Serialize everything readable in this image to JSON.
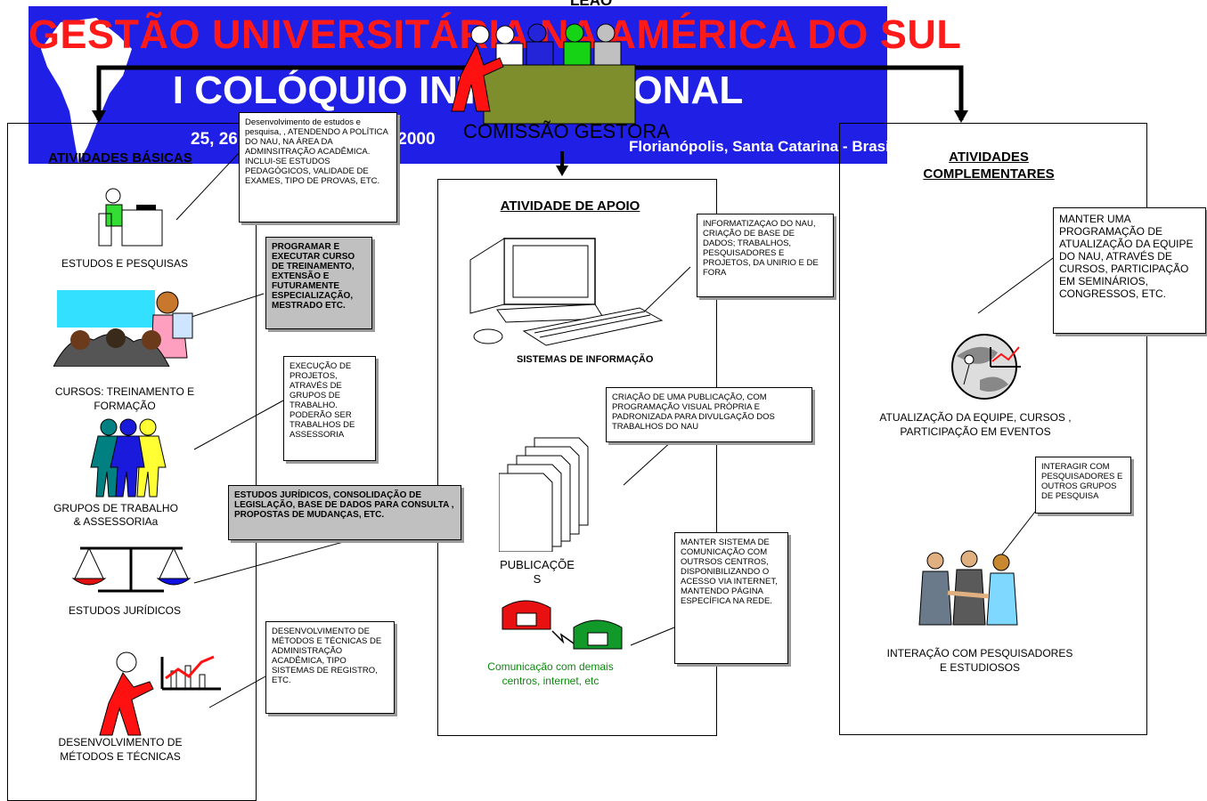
{
  "banner": {
    "title": "GESTÃO UNIVERSITÁRIA NA AMÉRICA DO SUL",
    "subtitle": "I COLÓQUIO INTERNACIONAL",
    "dates": "25, 26 e 27 de outubro de 2000",
    "place": "Florianópolis, Santa Catarina - Brasil",
    "overlay_top": "LEÃO"
  },
  "center_node": {
    "label": "COMISSÃO GESTORA"
  },
  "columns": {
    "basicas": {
      "heading": "ATIVIDADES BÁSICAS"
    },
    "apoio": {
      "heading": "ATIVIDADE DE APOIO"
    },
    "complementares": {
      "heading_line1": "ATIVIDADES",
      "heading_line2": "COMPLEMENTARES"
    }
  },
  "items": {
    "estudos": "ESTUDOS E PESQUISAS",
    "cursos_l1": "CURSOS: TREINAMENTO  E",
    "cursos_l2": "FORMAÇÃO",
    "grupos_l1": "GRUPOS DE TRABALHO",
    "grupos_l2": "& ASSESSORIAa",
    "juridicos": "ESTUDOS JURÍDICOS",
    "metodos_l1": "DESENVOLVIMENTO DE",
    "metodos_l2": "MÉTODOS E TÉCNICAS",
    "sistemas": "SISTEMAS DE INFORMAÇÃO",
    "publicacoes_l1": "PUBLICAÇÕE",
    "publicacoes_l2": "S",
    "comunicacao_l1": "Comunicação com demais",
    "comunicacao_l2": "centros, internet, etc",
    "atualizacao_l1": "ATUALIZAÇÃO DA EQUIPE, CURSOS ,",
    "atualizacao_l2": "PARTICIPAÇÃO EM EVENTOS",
    "interacao_l1": "INTERAÇÃO COM PESQUISADORES",
    "interacao_l2": "E ESTUDIOSOS"
  },
  "callouts": {
    "estudos": "Desenvolvimento de estudos e pesquisa, , ATENDENDO A POLÍTICA DO NAU, NA ÁREA DA ADMINSITRAÇÃO ACADÊMICA. INCLUI-SE ESTUDOS PEDAGÓGICOS, VALIDADE DE EXAMES, TIPO DE PROVAS, ETC.",
    "cursos": "PROGRAMAR E EXECUTAR CURSO DE TREINAMENTO, EXTENSÃO E FUTURAMENTE ESPECIALIZAÇÃO, MESTRADO ETC.",
    "grupos": "EXECUÇÃO  DE PROJETOS, ATRAVÉS DE GRUPOS DE TRABALHO. PODERÃO SER TRABALHOS DE ASSESSORIA",
    "juridicos": "ESTUDOS JURÍDICOS, CONSOLIDAÇÃO DE LEGISLAÇÃO, BASE DE DADOS PARA CONSULTA , PROPOSTAS DE MUDANÇAS, ETC.",
    "metodos": "DESENVOLVIMENTO DE MÉTODOS E TÉCNICAS DE ADMINISTRAÇÃO ACADÊMICA, TIPO SISTEMAS DE REGISTRO, ETC.",
    "sistemas": "INFORMATIZAÇAO DO NAU, CRIAÇÃO DE BASE DE DADOS; TRABALHOS, PESQUISADORES E PROJETOS, DA UNIRIO E DE FORA",
    "publicacoes": "CRIAÇÃO DE UMA PUBLICAÇÃO, COM PROGRAMAÇÃO VISUAL PRÓPRIA E PADRONIZADA PARA DIVULGAÇÃO DOS TRABALHOS DO NAU",
    "comunicacao": "MANTER SISTEMA DE COMUNICAÇÃO COM OUTRSOS CENTROS, DISPONIBILIZANDO O ACESSO VIA INTERNET, MANTENDO PÁGINA ESPECÍFICA NA REDE.",
    "atualizacao": "MANTER UMA PROGRAMAÇÃO DE ATUALIZAÇÃO DA EQUIPE DO NAU, ATRAVÉS DE CURSOS, PARTICIPAÇÃO EM SEMINÁRIOS, CONGRESSOS, ETC.",
    "interacao": "INTERAGIR COM PESQUISADORES E OUTROS GRUPOS DE PESQUISA"
  },
  "colors": {
    "banner_blue": "#1f1fe6",
    "title_red": "#ff1a1a",
    "callout_gray": "#c0c0c0",
    "comm_green": "#0a8a0a"
  }
}
